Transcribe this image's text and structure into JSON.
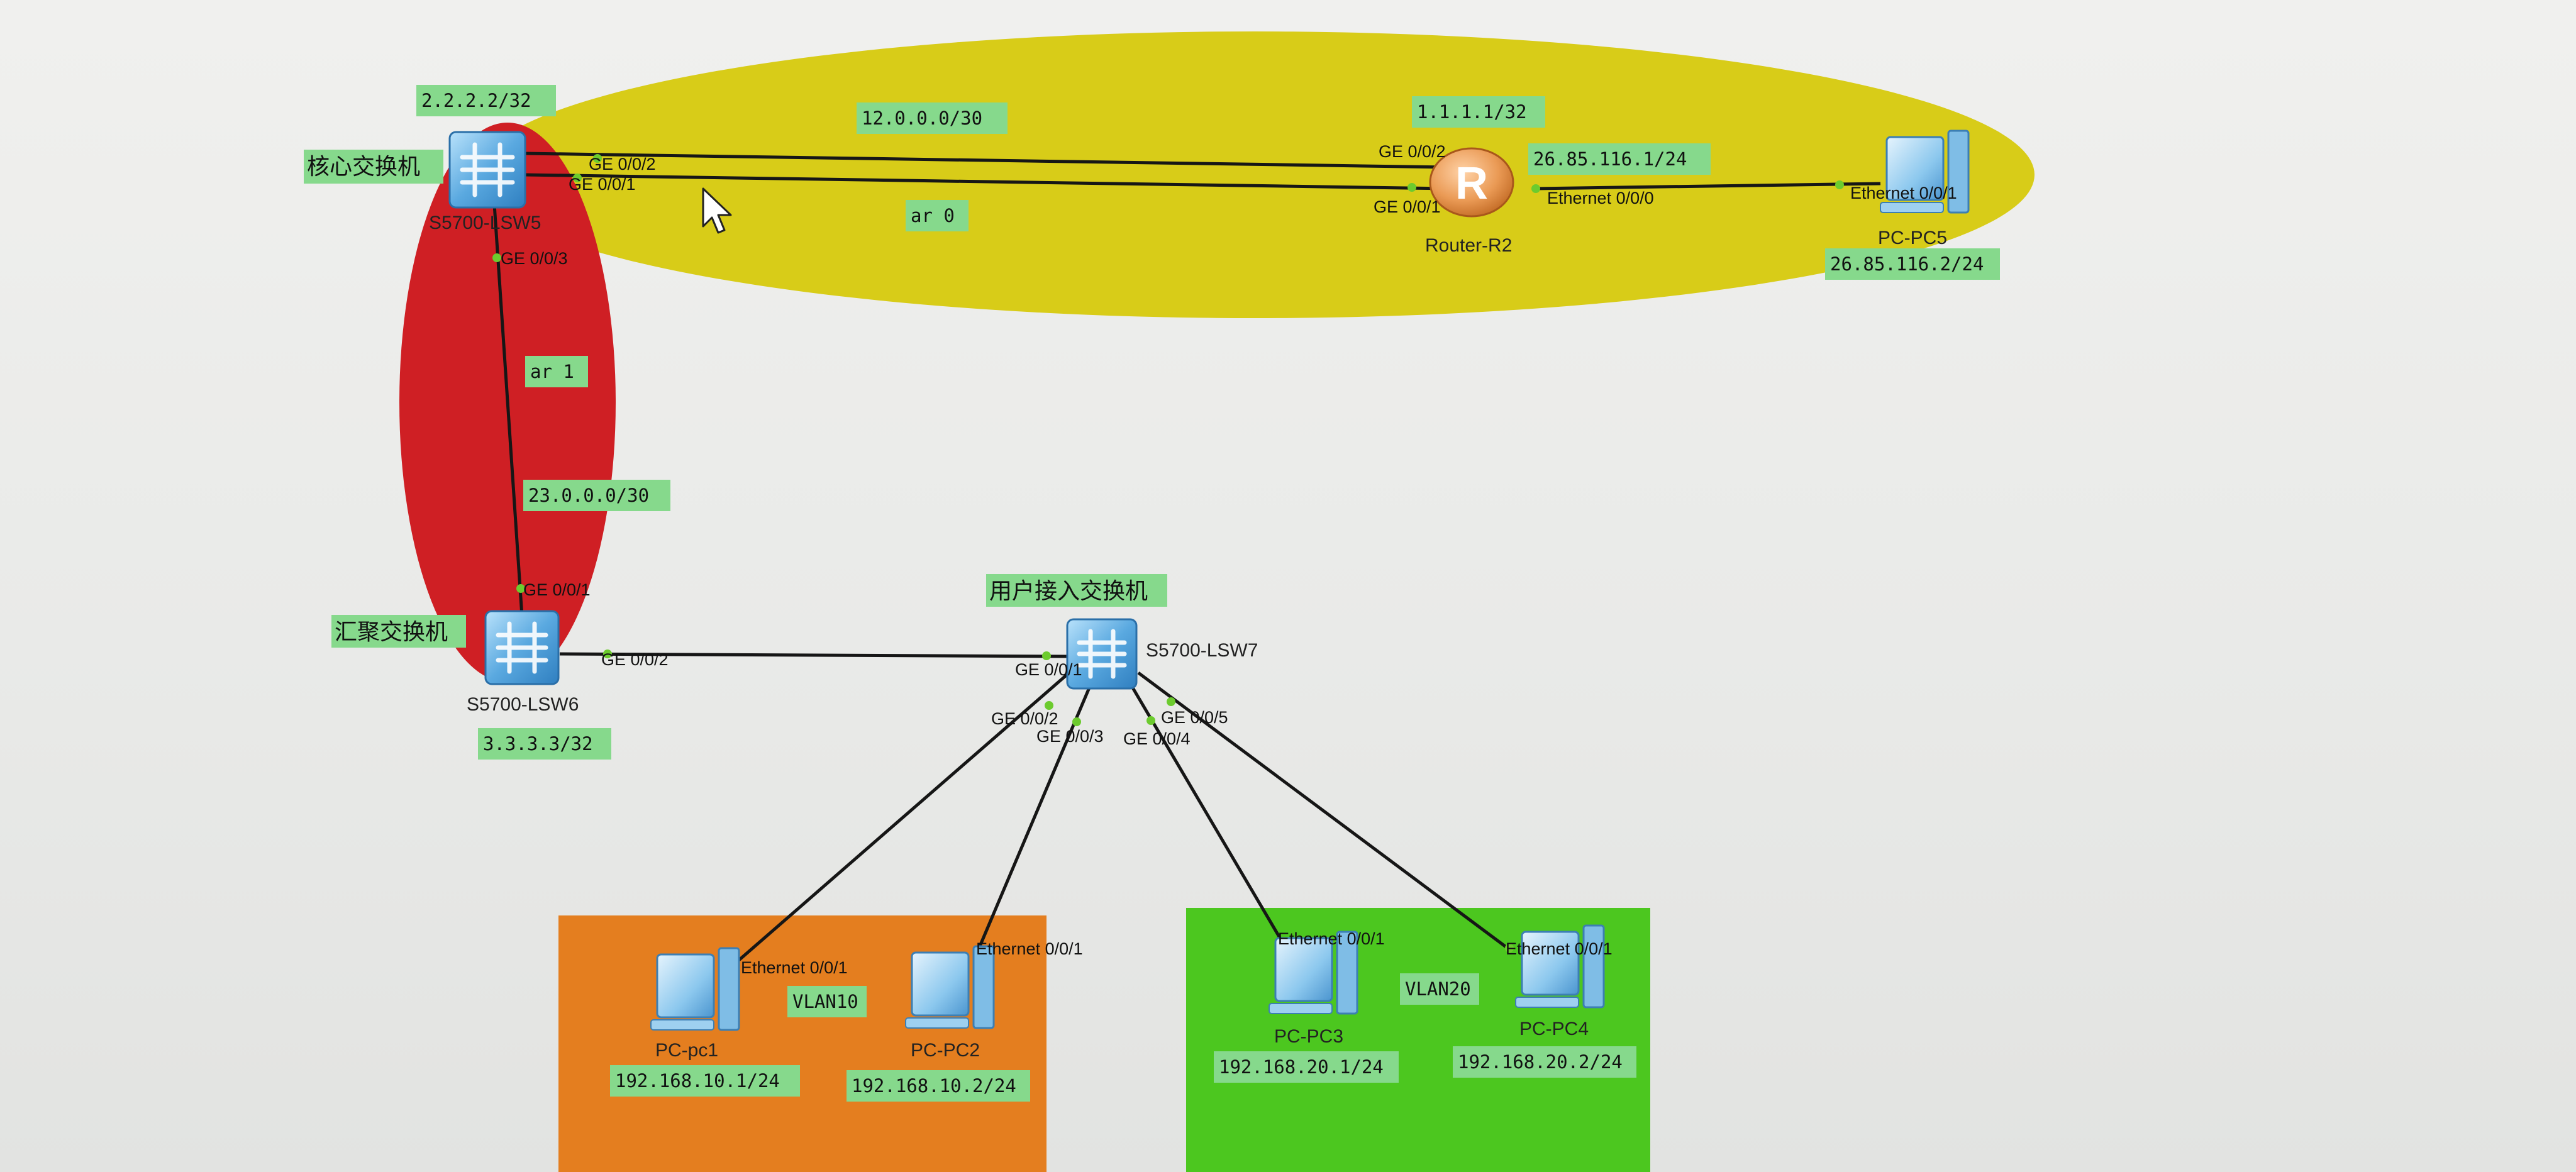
{
  "devices": {
    "core_switch": {
      "role": "核心交换机",
      "name": "S5700-LSW5",
      "loopback": "2.2.2.2/32"
    },
    "router": {
      "name": "Router-R2",
      "loopback": "1.1.1.1/32",
      "iface_ip": "26.85.116.1/24",
      "icon_letter": "R"
    },
    "pc5": {
      "name": "PC-PC5",
      "ip": "26.85.116.2/24"
    },
    "agg_switch": {
      "role": "汇聚交换机",
      "name": "S5700-LSW6",
      "loopback": "3.3.3.3/32"
    },
    "access_switch": {
      "role": "用户接入交换机",
      "name": "S5700-LSW7"
    },
    "pc1": {
      "name": "PC-pc1",
      "ip": "192.168.10.1/24"
    },
    "pc2": {
      "name": "PC-PC2",
      "ip": "192.168.10.2/24"
    },
    "pc3": {
      "name": "PC-PC3",
      "ip": "192.168.20.1/24"
    },
    "pc4": {
      "name": "PC-PC4",
      "ip": "192.168.20.2/24"
    }
  },
  "areas": {
    "area0": {
      "label": "ar 0",
      "network": "12.0.0.0/30",
      "color": "#d8cc18"
    },
    "area1": {
      "label": "ar 1",
      "network": "23.0.0.0/30",
      "color": "#cf1f24"
    }
  },
  "vlans": {
    "vlan10": {
      "label": "VLAN10",
      "color": "#e47e1f"
    },
    "vlan20": {
      "label": "VLAN20",
      "color": "#4cc71f"
    }
  },
  "ports": {
    "lsw5_g002": "GE 0/0/2",
    "lsw5_g001": "GE 0/0/1",
    "lsw5_g003": "GE 0/0/3",
    "r2_g002": "GE 0/0/2",
    "r2_g001": "GE 0/0/1",
    "r2_eth000": "Ethernet 0/0/0",
    "pc5_eth001": "Ethernet 0/0/1",
    "lsw6_g001": "GE 0/0/1",
    "lsw6_g002": "GE 0/0/2",
    "lsw7_g001": "GE 0/0/1",
    "lsw7_g002": "GE 0/0/2",
    "lsw7_g003": "GE 0/0/3",
    "lsw7_g004": "GE 0/0/4",
    "lsw7_g005": "GE 0/0/5",
    "pc1_eth": "Ethernet 0/0/1",
    "pc2_eth": "Ethernet 0/0/1",
    "pc3_eth": "Ethernet 0/0/1",
    "pc4_eth": "Ethernet 0/0/1"
  },
  "colors": {
    "label_bg": "#86d98c",
    "link": "#161616",
    "port_dot": "#6ccb2e",
    "switch_blue": "#5aa9e0",
    "router_orange": "#ea9a55"
  }
}
